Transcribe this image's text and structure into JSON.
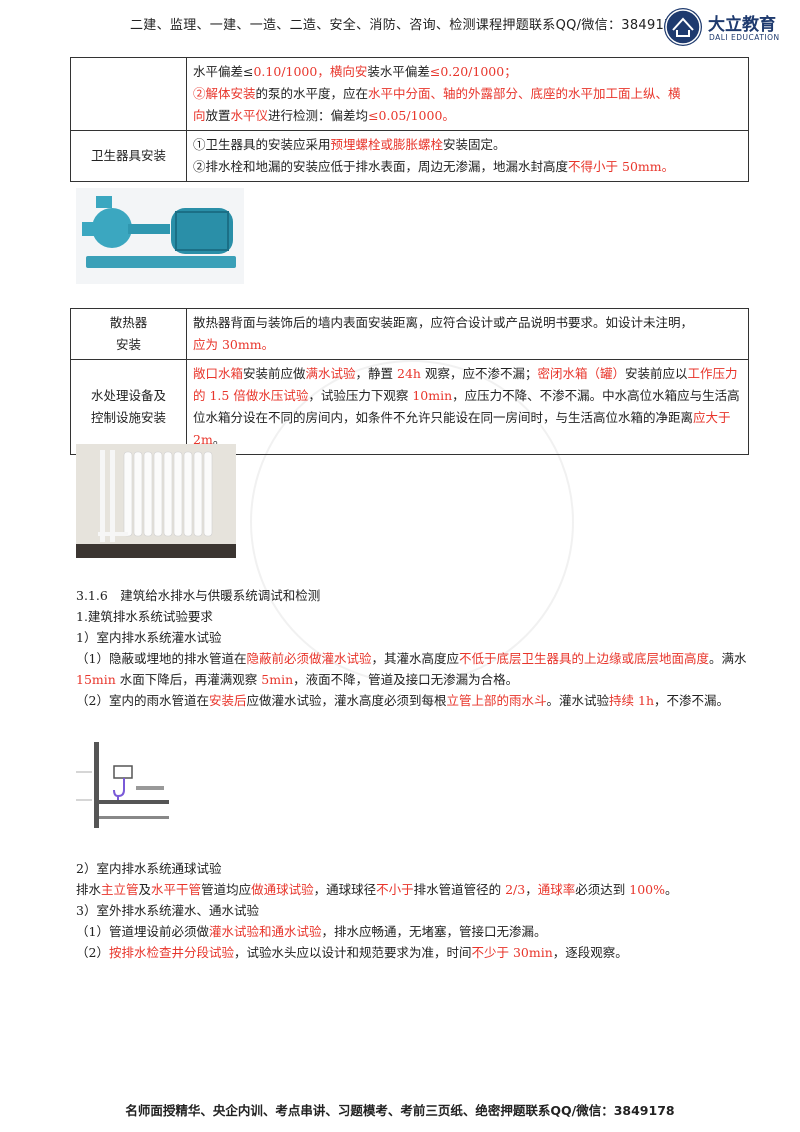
{
  "header": {
    "text": "二建、监理、一建、一造、二造、安全、消防、咨询、检测课程押题联系QQ/微信：3849178",
    "logo_cn": "大立教育",
    "logo_en": "DALI EDUCATION"
  },
  "table1": {
    "row1": {
      "line1_a": "水平偏差≤",
      "line1_b": "0.10/1000，横向安",
      "line1_c": "装水平偏差",
      "line1_d": "≤0.20/1000；",
      "line2_a": "②解体安装",
      "line2_b": "的泵的水平度，应在",
      "line2_c": "水平中分面、轴的外露部分、底座的水平加工面上纵、横",
      "line3_a": "向",
      "line3_b": "放置",
      "line3_c": "水平仪",
      "line3_d": "进行检测：偏差均",
      "line3_e": "≤0.05/1000。"
    },
    "row2": {
      "key": "卫生器具安装",
      "line1_a": "①卫生器具的安装应采用",
      "line1_b": "预埋螺栓或膨胀螺栓",
      "line1_c": "安装固定。",
      "line2_a": "②排水栓和地漏的安装应低于排水表面，周边无渗漏，地漏水封高度",
      "line2_b": "不得小于 50mm。"
    }
  },
  "table2": {
    "row1": {
      "key1": "散热器",
      "key2": "安装",
      "line1": "散热器背面与装饰后的墙内表面安装距离，应符合设计或产品说明书要求。如设计未注明，",
      "line2": "应为 30mm。"
    },
    "row2": {
      "key1": "水处理设备及",
      "key2": "控制设施安装",
      "a": "敞口水箱",
      "b": "安装前应做",
      "c": "满水试验",
      "d": "，静置 ",
      "e": "24h",
      "f": " 观察，应不渗不漏；",
      "g": "密闭水箱（罐）",
      "h": "安装前应以",
      "i": "工作压力的 1.5 倍做水压试验",
      "j": "，试验压力下观察 ",
      "k": "10min",
      "l": "，应压力不降、不渗不漏。中水高位水箱应与生活高位水箱分设在不同的房间内，如条件不允许只能设在同一房间时，与生活高位水箱的净距离",
      "m": "应大于 2m",
      "n": "。"
    }
  },
  "section": {
    "title": "3.1.6　建筑给水排水与供暖系统调试和检测",
    "h1": "1.建筑排水系统试验要求",
    "h1_1": "1）室内排水系统灌水试验",
    "p1_a": "（1）隐蔽或埋地的排水管道在",
    "p1_b": "隐蔽前必须做灌水试验",
    "p1_c": "，其灌水高度应",
    "p1_d": "不低于底层卫生器具的上边缘或底层地面高度",
    "p1_e": "。满水 ",
    "p1_f": "15min",
    "p1_g": " 水面下降后，再灌满观察 ",
    "p1_h": "5min",
    "p1_i": "，液面不降，管道及接口无渗漏为合格。",
    "p2_a": "（2）室内的雨水管道在",
    "p2_b": "安装后",
    "p2_c": "应做灌水试验，灌水高度必须到每根",
    "p2_d": "立管上部的雨水斗",
    "p2_e": "。灌水试验",
    "p2_f": "持续 1h",
    "p2_g": "，不渗不漏。",
    "h1_2": "2）室内排水系统通球试验",
    "p3_a": "排水",
    "p3_b": "主立管",
    "p3_c": "及",
    "p3_d": "水平干管",
    "p3_e": "管道均应",
    "p3_f": "做通球试验",
    "p3_g": "，通球球径",
    "p3_h": "不小于",
    "p3_i": "排水管道管径的 ",
    "p3_j": "2/3",
    "p3_k": "，",
    "p3_l": "通球率",
    "p3_m": "必须达到 ",
    "p3_n": "100%",
    "p3_o": "。",
    "h1_3": "3）室外排水系统灌水、通水试验",
    "p4_a": "（1）管道埋设前必须做",
    "p4_b": "灌水试验和通水试验",
    "p4_c": "，排水应畅通，无堵塞，管接口无渗漏。",
    "p5_a": "（2）",
    "p5_b": "按排水检查井分段试验",
    "p5_c": "，试验水头应以设计和规范要求为准，时间",
    "p5_d": "不少于 30min",
    "p5_e": "，逐段观察。"
  },
  "footer": {
    "text": "名师面授精华、央企内训、考点串讲、习题模考、考前三页纸、绝密押题联系QQ/微信：3849178"
  },
  "colors": {
    "accent_red": "#e8352b",
    "brand_blue": "#1e3a6e"
  },
  "icons": [
    "dali-logo-icon",
    "pump-photo",
    "radiator-photo",
    "drainage-test-drawing"
  ]
}
